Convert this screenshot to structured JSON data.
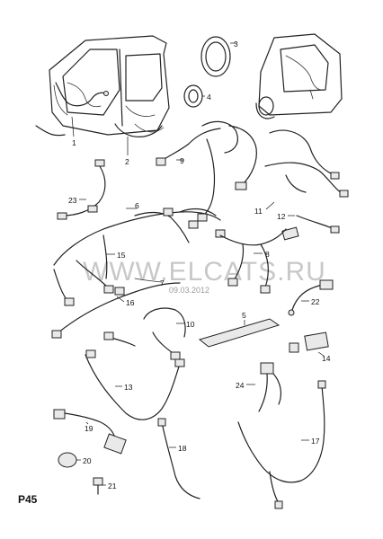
{
  "diagram": {
    "page_code": "P45",
    "watermark": "WWW.ELCATS.RU",
    "watermark_date": "09.03.2012",
    "callouts": {
      "c1": "1",
      "c2": "2",
      "c3": "3",
      "c4": "4",
      "c5": "5",
      "c6": "6",
      "c7": "7",
      "c8": "8",
      "c9": "9",
      "c10": "10",
      "c11": "11",
      "c12": "12",
      "c13": "13",
      "c14": "14",
      "c15": "15",
      "c16": "16",
      "c17": "17",
      "c18": "18",
      "c19": "19",
      "c20": "20",
      "c21": "21",
      "c22": "22",
      "c23": "23",
      "c24": "24"
    }
  }
}
